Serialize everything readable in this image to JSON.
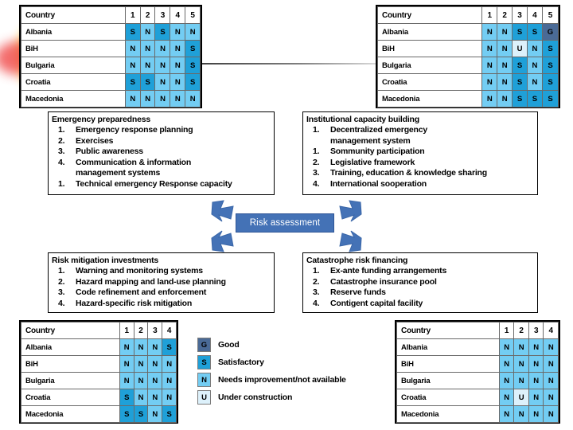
{
  "diagram": {
    "center_node": {
      "label": "Risk assessment",
      "fill": "#4472b6",
      "text_color": "#ffffff"
    }
  },
  "legend": {
    "items": [
      {
        "code": "G",
        "label": "Good",
        "color": "#4a6a96"
      },
      {
        "code": "S",
        "label": "Satisfactory",
        "color": "#1fa0d8"
      },
      {
        "code": "N",
        "label": "Needs improvement/not available",
        "color": "#73cdf3"
      },
      {
        "code": "U",
        "label": "Under construction",
        "color": "#ddf1fb"
      }
    ]
  },
  "boxes": {
    "emergency_preparedness": {
      "title": "Emergency preparedness",
      "items": [
        {
          "marker": "1.",
          "text": "Emergency response planning"
        },
        {
          "marker": "2.",
          "text": "Exercises"
        },
        {
          "marker": "3.",
          "text": "Public awareness"
        },
        {
          "marker": "4.",
          "text": "Communication & information"
        },
        {
          "marker": "",
          "text": "management systems"
        },
        {
          "marker": "1.",
          "text": "Technical emergency  Response capacity"
        }
      ]
    },
    "institutional_capacity_building": {
      "title": "Institutional capacity building",
      "items": [
        {
          "marker": "1.",
          "text": "Decentralized emergency"
        },
        {
          "marker": "",
          "text": "management system"
        },
        {
          "marker": "1.",
          "text": "Sommunity participation"
        },
        {
          "marker": "2.",
          "text": "Legislative framework"
        },
        {
          "marker": "3.",
          "text": "Training, education & knowledge sharing"
        },
        {
          "marker": "4.",
          "text": "International sooperation"
        }
      ]
    },
    "risk_mitigation_investments": {
      "title": "Risk mitigation investments",
      "items": [
        {
          "marker": "1.",
          "text": "Warning and monitoring systems"
        },
        {
          "marker": "2.",
          "text": "Hazard mapping and land-use planning"
        },
        {
          "marker": "3.",
          "text": "Code refinement and enforcement"
        },
        {
          "marker": "4.",
          "text": "Hazard-specific risk mitigation"
        }
      ]
    },
    "catastrophe_risk_financing": {
      "title": "Catastrophe risk financing",
      "items": [
        {
          "marker": "1.",
          "text": "Ex-ante funding arrangements"
        },
        {
          "marker": "2.",
          "text": "Catastrophe insurance pool"
        },
        {
          "marker": "3.",
          "text": "Reserve funds"
        },
        {
          "marker": "4.",
          "text": "Contigent capital facility"
        }
      ]
    }
  },
  "tables": {
    "top_left": {
      "name": "emergency-preparedness-matrix",
      "headers": [
        "Country",
        "1",
        "2",
        "3",
        "4",
        "5"
      ],
      "rows": [
        {
          "country": "Albania",
          "cells": [
            "S",
            "N",
            "S",
            "N",
            "N"
          ]
        },
        {
          "country": "BiH",
          "cells": [
            "N",
            "N",
            "N",
            "N",
            "S"
          ]
        },
        {
          "country": "Bulgaria",
          "cells": [
            "N",
            "N",
            "N",
            "N",
            "S"
          ]
        },
        {
          "country": "Croatia",
          "cells": [
            "S",
            "S",
            "N",
            "N",
            "S"
          ]
        },
        {
          "country": "Macedonia",
          "cells": [
            "N",
            "N",
            "N",
            "N",
            "N"
          ]
        }
      ]
    },
    "top_right": {
      "name": "institutional-capacity-matrix",
      "headers": [
        "Country",
        "1",
        "2",
        "3",
        "4",
        "5"
      ],
      "rows": [
        {
          "country": "Albania",
          "cells": [
            "N",
            "N",
            "S",
            "S",
            "G"
          ]
        },
        {
          "country": "BiH",
          "cells": [
            "N",
            "N",
            "U",
            "N",
            "S"
          ]
        },
        {
          "country": "Bulgaria",
          "cells": [
            "N",
            "N",
            "S",
            "N",
            "S"
          ]
        },
        {
          "country": "Croatia",
          "cells": [
            "N",
            "N",
            "S",
            "N",
            "S"
          ]
        },
        {
          "country": "Macedonia",
          "cells": [
            "N",
            "N",
            "S",
            "S",
            "S"
          ]
        }
      ]
    },
    "bottom_left": {
      "name": "risk-mitigation-matrix",
      "headers": [
        "Country",
        "1",
        "2",
        "3",
        "4"
      ],
      "rows": [
        {
          "country": "Albania",
          "cells": [
            "N",
            "N",
            "N",
            "S"
          ]
        },
        {
          "country": "BiH",
          "cells": [
            "N",
            "N",
            "N",
            "N"
          ]
        },
        {
          "country": "Bulgaria",
          "cells": [
            "N",
            "N",
            "N",
            "N"
          ]
        },
        {
          "country": "Croatia",
          "cells": [
            "S",
            "N",
            "N",
            "N"
          ]
        },
        {
          "country": "Macedonia",
          "cells": [
            "S",
            "S",
            "N",
            "S"
          ]
        }
      ]
    },
    "bottom_right": {
      "name": "catastrophe-risk-financing-matrix",
      "headers": [
        "Country",
        "1",
        "2",
        "3",
        "4"
      ],
      "rows": [
        {
          "country": "Albania",
          "cells": [
            "N",
            "N",
            "N",
            "N"
          ]
        },
        {
          "country": "BiH",
          "cells": [
            "N",
            "N",
            "N",
            "N"
          ]
        },
        {
          "country": "Bulgaria",
          "cells": [
            "N",
            "N",
            "N",
            "N"
          ]
        },
        {
          "country": "Croatia",
          "cells": [
            "N",
            "U",
            "N",
            "N"
          ]
        },
        {
          "country": "Macedonia",
          "cells": [
            "N",
            "N",
            "N",
            "N"
          ]
        }
      ]
    }
  }
}
